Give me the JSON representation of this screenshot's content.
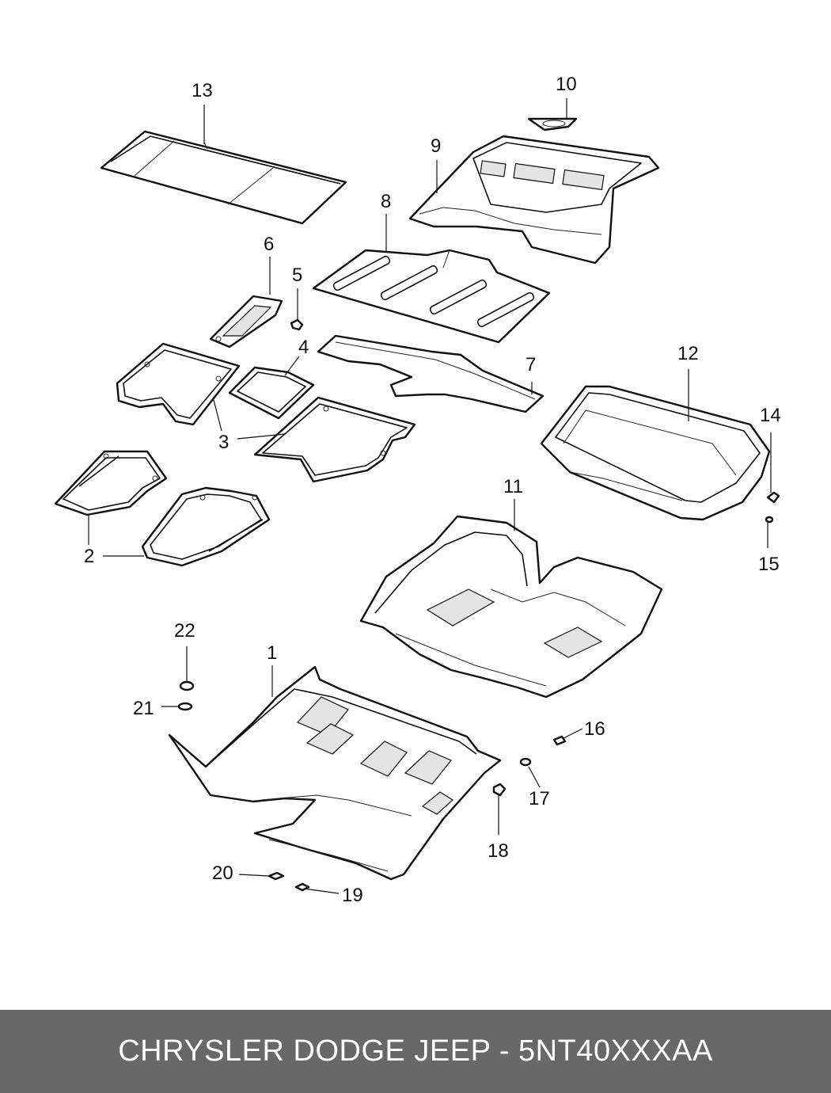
{
  "footer": {
    "caption": "CHRYSLER DODGE JEEP - 5NT40XXXAA"
  },
  "callouts": {
    "c1": "1",
    "c2": "2",
    "c3": "3",
    "c4": "4",
    "c5": "5",
    "c6": "6",
    "c7": "7",
    "c8": "8",
    "c9": "9",
    "c10": "10",
    "c11": "11",
    "c12": "12",
    "c13": "13",
    "c14": "14",
    "c15": "15",
    "c16": "16",
    "c17": "17",
    "c18": "18",
    "c19": "19",
    "c20": "20",
    "c21": "21",
    "c22": "22"
  }
}
